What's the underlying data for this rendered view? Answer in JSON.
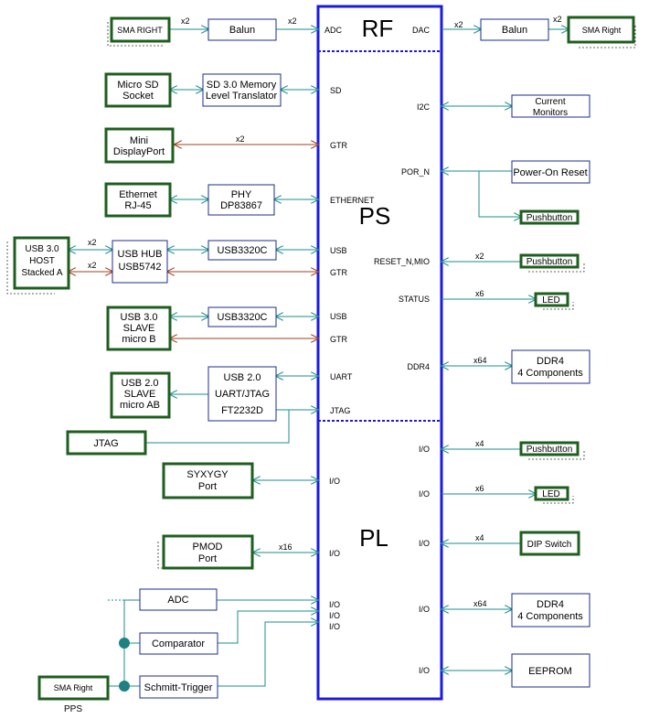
{
  "sections": {
    "rf": "RF",
    "ps": "PS",
    "pl": "PL"
  },
  "colors": {
    "soc": "#1a1ae6",
    "box": "#1b2c8c",
    "conn": "#1e5e1e",
    "teal": "#1e8c8c",
    "rust": "#a0401e",
    "dot": "#1e8080"
  },
  "ports": {
    "adc": "ADC",
    "dac": "DAC",
    "sd": "SD",
    "gtr1": "GTR",
    "ethernet": "ETHERNET",
    "usb1": "USB",
    "gtr2": "GTR",
    "usb2": "USB",
    "gtr3": "GTR",
    "uart": "UART",
    "jtag": "JTAG",
    "i2c": "I2C",
    "por_n": "POR_N",
    "reset_n": "RESET_N,MIO",
    "status": "STATUS",
    "ddr4": "DDR4",
    "pl_io_syzygy": "I/O",
    "pl_io_pmod": "I/O",
    "pl_io_1": "I/O",
    "pl_io_2": "I/O",
    "pl_io_3": "I/O",
    "pl_io_pb": "I/O",
    "pl_io_led": "I/O",
    "pl_io_dip": "I/O",
    "pl_io_ddr": "I/O",
    "pl_io_eeprom": "I/O"
  },
  "blocks": {
    "sma_right_left": "SMA RIGHT",
    "balun_left": "Balun",
    "balun_right": "Balun",
    "sma_right_right": "SMA Right",
    "micro_sd": [
      "Micro SD",
      "Socket"
    ],
    "sd_translator": [
      "SD 3.0 Memory",
      "Level Translator"
    ],
    "mini_dp": [
      "Mini",
      "DisplayPort"
    ],
    "ethernet_rj45": [
      "Ethernet",
      "RJ-45"
    ],
    "phy": [
      "PHY",
      "DP83867"
    ],
    "usb3_host": [
      "USB 3.0",
      "HOST",
      "Stacked A"
    ],
    "usb_hub": [
      "USB HUB",
      "USB5742"
    ],
    "usb3320c_1": "USB3320C",
    "usb3_slave": [
      "USB 3.0",
      "SLAVE",
      "micro B"
    ],
    "usb3320c_2": "USB3320C",
    "usb2_slave": [
      "USB 2.0",
      "SLAVE",
      "micro AB"
    ],
    "ft2232d": [
      "USB 2.0",
      "UART/JTAG",
      "FT2232D"
    ],
    "jtag_conn": "JTAG",
    "syzygy": [
      "SYXYGY",
      "Port"
    ],
    "pmod": [
      "PMOD",
      "Port"
    ],
    "adc_block": "ADC",
    "comparator": "Comparator",
    "schmitt": "Schmitt-Trigger",
    "sma_pps": "SMA Right",
    "pps_label": "PPS",
    "current_monitors": [
      "Current",
      "Monitors"
    ],
    "por": "Power-On Reset",
    "pushbutton_por": "Pushbutton",
    "pushbutton_reset": "Pushbutton",
    "led_status": "LED",
    "ddr4_ps": [
      "DDR4",
      "4 Components"
    ],
    "pushbutton_pl": "Pushbutton",
    "led_pl": "LED",
    "dip_switch": "DIP Switch",
    "ddr4_pl": [
      "DDR4",
      "4 Components"
    ],
    "eeprom": "EEPROM"
  },
  "bus_labels": {
    "sma_balun_left": "x2",
    "balun_adc": "x2",
    "dac_balun": "x2",
    "balun_sma_right": "x2",
    "mini_dp": "x2",
    "usb_host_hub_top": "x2",
    "usb_host_hub_bottom": "x2",
    "reset_n": "x2",
    "status": "x6",
    "ddr4_ps": "x64",
    "pushbutton_pl": "x4",
    "led_pl": "x6",
    "dip_switch": "x4",
    "ddr4_pl": "x64",
    "pmod": "x16"
  }
}
